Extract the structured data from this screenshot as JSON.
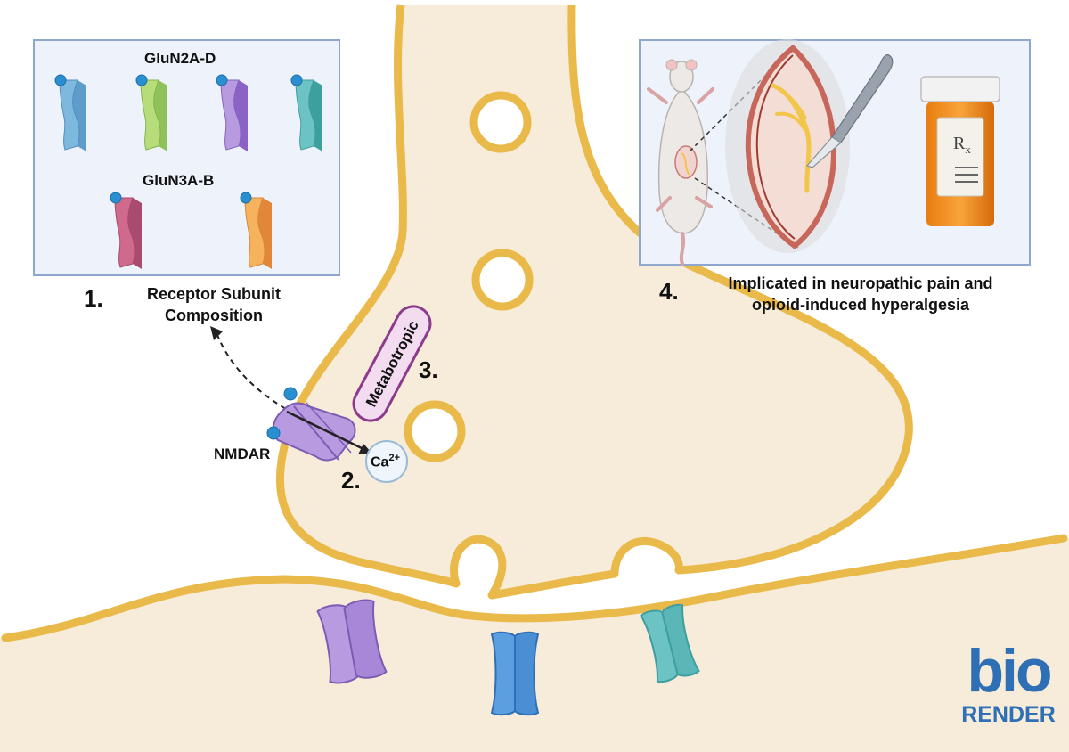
{
  "panel1": {
    "label_top": "GluN2A-D",
    "label_bottom": "GluN3A-B",
    "step": "1.",
    "caption_line1": "Receptor Subunit",
    "caption_line2": "Composition"
  },
  "step2": {
    "step": "2.",
    "ion": "Ca",
    "ion_charge": "2+"
  },
  "step3": {
    "step": "3.",
    "pill": "Metabotropic"
  },
  "panel4": {
    "step": "4.",
    "caption_line1": "Implicated in neuropathic pain and",
    "caption_line2": "opioid-induced hyperalgesia",
    "rx": "R"
  },
  "nmdar_label": "NMDAR",
  "logo": {
    "top": "bio",
    "bottom": "RENDER"
  },
  "colors": {
    "neuron_fill": "#f6ecd9",
    "neuron_stroke": "#e9b94a",
    "panel_border": "#8fa6cf",
    "panel_fill": "#edf2fb",
    "logo": "#2f6fb5",
    "bead": "#2a8fd0",
    "subunit_blue": "#7fb8df",
    "subunit_green": "#b7dc7a",
    "subunit_purple": "#b89ae0",
    "subunit_teal": "#6cc3c4",
    "subunit_pink": "#d06a8c",
    "subunit_orange": "#f6b25c",
    "pill_border": "#8e3a8c",
    "pill_fill": "#f3dcf0"
  }
}
